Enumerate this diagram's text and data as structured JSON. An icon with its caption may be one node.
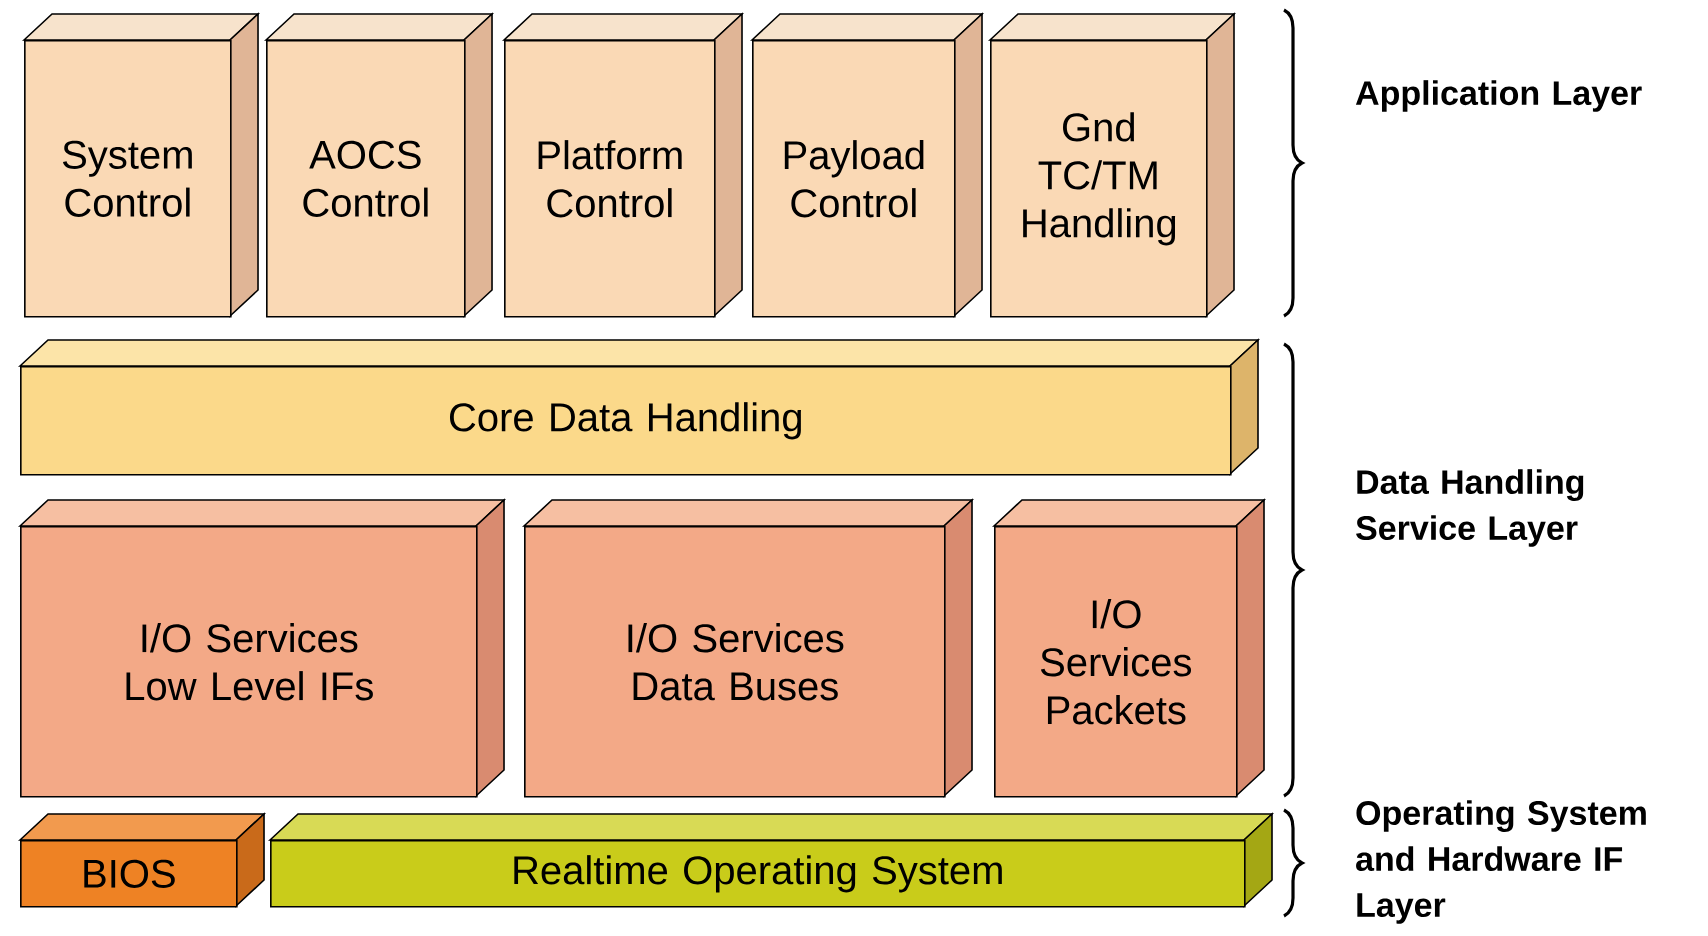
{
  "diagram": {
    "nodes": [
      {
        "text": [
          "System Control"
        ]
      },
      {
        "text": [
          "AOCS Control"
        ]
      },
      {
        "text": [
          "Platform Control"
        ]
      },
      {
        "text": [
          "Payload Control"
        ]
      },
      {
        "text": [
          "Gnd TC/TM Handling"
        ]
      },
      {
        "text": [
          "Core Data Handling"
        ]
      },
      {
        "text": [
          "I/O Services Low Level IFs"
        ]
      },
      {
        "text": [
          "I/O Services Data Buses"
        ]
      },
      {
        "text": [
          "I/O Services Packets"
        ]
      },
      {
        "text": [
          "BIOS"
        ]
      },
      {
        "text": [
          "Realtime Operating System"
        ]
      }
    ],
    "edges": [],
    "labels": [
      "Application Layer",
      "Data Handling Service Layer",
      "Operating System and Hardware IF Layer"
    ]
  }
}
